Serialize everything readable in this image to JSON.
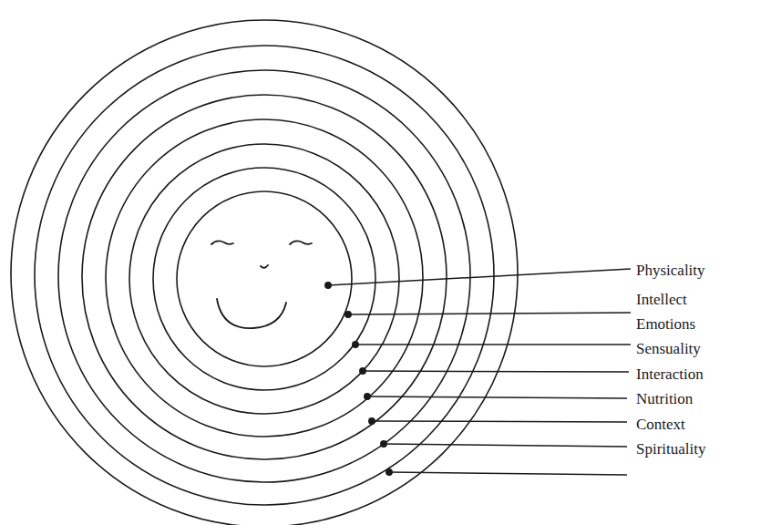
{
  "diagram": {
    "labels": [
      "Physicality",
      "Intellect",
      "Emotions",
      "Sensuality",
      "Interaction",
      "Nutrition",
      "Context",
      "Spirituality"
    ]
  }
}
